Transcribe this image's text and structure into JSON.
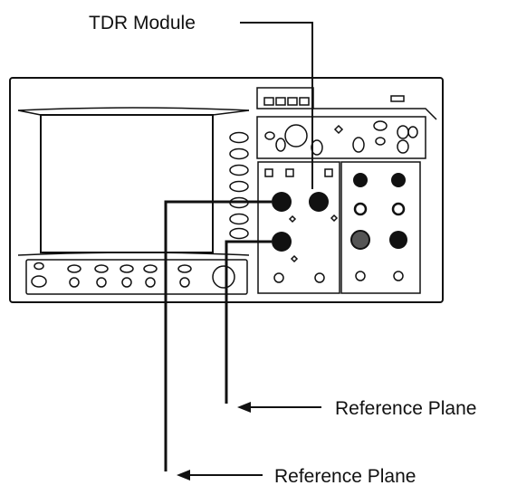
{
  "labels": {
    "module": "TDR Module",
    "reference_plane_1": "Reference Plane",
    "reference_plane_2": "Reference Plane"
  }
}
